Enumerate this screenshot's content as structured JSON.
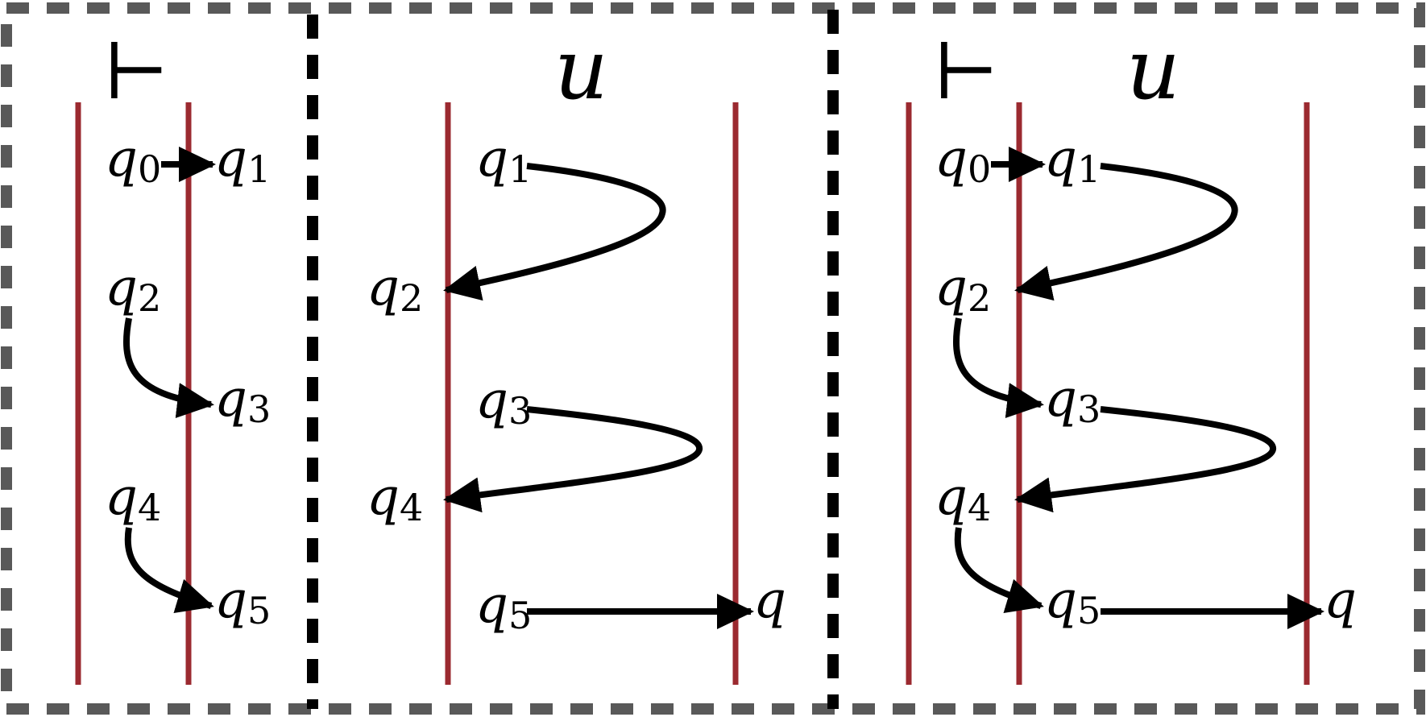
{
  "colors": {
    "frame": "#595959",
    "separator": "#000000",
    "boundary": "#9b2a30",
    "arrow": "#000000",
    "background": "#ffffff"
  },
  "panels": [
    {
      "header": [
        "⊢"
      ],
      "labels": [
        {
          "base": "q",
          "sub": "0"
        },
        {
          "base": "q",
          "sub": "1"
        },
        {
          "base": "q",
          "sub": "2"
        },
        {
          "base": "q",
          "sub": "3"
        },
        {
          "base": "q",
          "sub": "4"
        },
        {
          "base": "q",
          "sub": "5"
        }
      ]
    },
    {
      "header": [
        "u"
      ],
      "labels": [
        {
          "base": "q",
          "sub": "1"
        },
        {
          "base": "q",
          "sub": "2"
        },
        {
          "base": "q",
          "sub": "3"
        },
        {
          "base": "q",
          "sub": "4"
        },
        {
          "base": "q",
          "sub": "5"
        },
        {
          "base": "q",
          "sub": ""
        }
      ]
    },
    {
      "header": [
        "⊢",
        "u"
      ],
      "labels": [
        {
          "base": "q",
          "sub": "0"
        },
        {
          "base": "q",
          "sub": "1"
        },
        {
          "base": "q",
          "sub": "2"
        },
        {
          "base": "q",
          "sub": "3"
        },
        {
          "base": "q",
          "sub": "4"
        },
        {
          "base": "q",
          "sub": "5"
        },
        {
          "base": "q",
          "sub": "1"
        },
        {
          "base": "q",
          "sub": "2"
        },
        {
          "base": "q",
          "sub": "3"
        },
        {
          "base": "q",
          "sub": "4"
        },
        {
          "base": "q",
          "sub": "5"
        },
        {
          "base": "q",
          "sub": ""
        }
      ]
    }
  ]
}
